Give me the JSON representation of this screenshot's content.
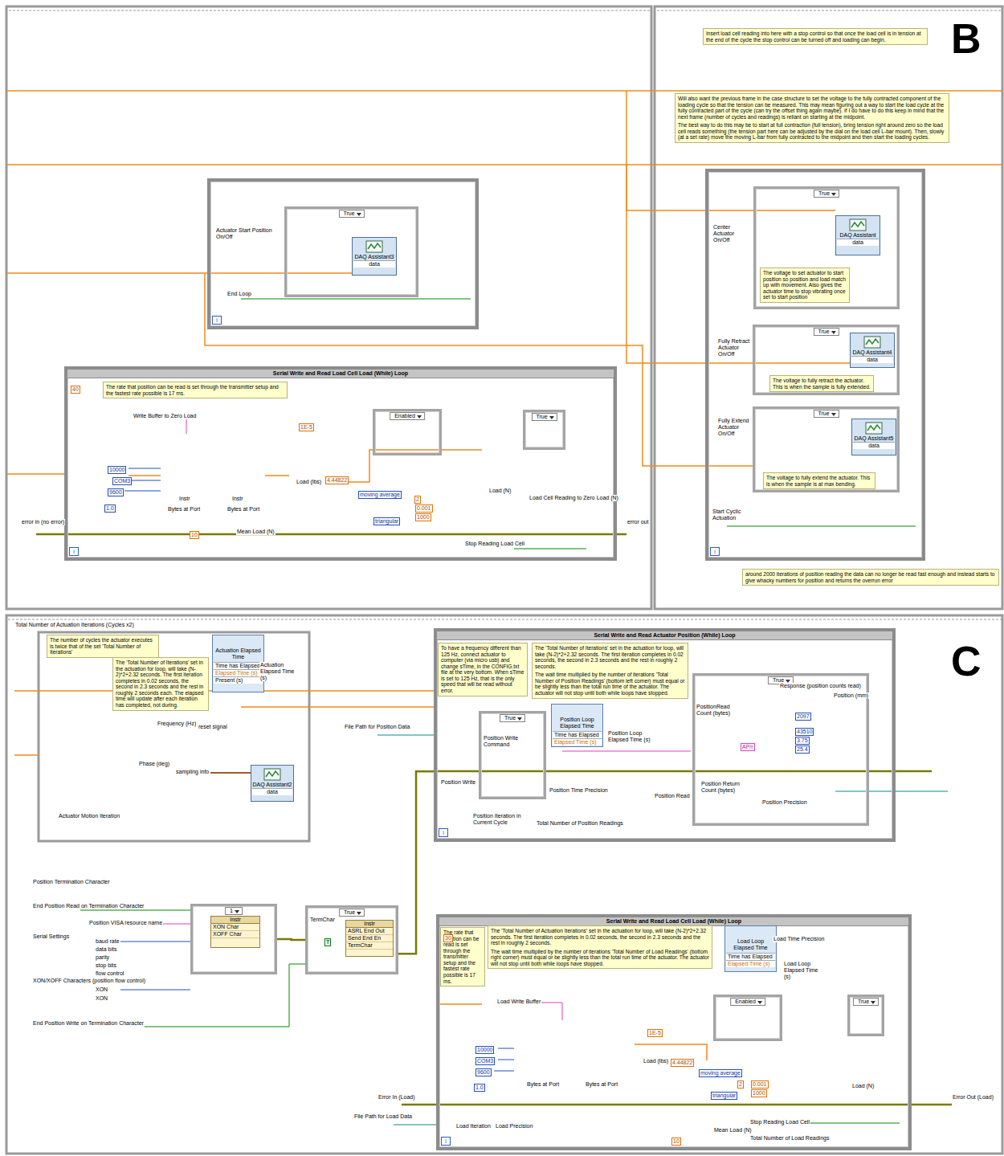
{
  "diagram": {
    "nodes": [
      {
        "text": [
          "i"
        ]
      },
      {
        "text": [
          "True"
        ],
        "in": 0
      },
      {
        "text": [
          "DAQ Assistant3",
          "data"
        ],
        "in": 1
      },
      {
        "text": [
          "Serial Write and Read Load Cell Load (While) Loop",
          "i"
        ]
      },
      {
        "text": [
          "The rate that position can be read is set through the transmitter setup and the fastest rate possible is 17 ms."
        ],
        "in": 3
      },
      {
        "text": [
          "Enabled"
        ],
        "in": 3
      },
      {
        "text": [
          "True"
        ],
        "in": 3
      },
      {
        "text": [
          "Insert load cell reading into here with a stop control so that once the load cell is in tension at the end of the cycle the stop control can be turned off and loading can begin."
        ]
      },
      {
        "text": [
          "Will also want the previous frame in the case structure to set the voltage to the fully contracted component of the loading cycle so that the tension can be measured. This may mean figuring out a way to start the load cycle at the fully contracted part of the cycle (can try the offset thing again maybe). If I do have to do this keep in mind that the next frame (number of cycles and readings) is reliant on starting at the midpoint.",
          "The best way to do this may be to start at full contraction (full tension), bring tension right around zero so the load cell reads something (the tension part here can be adjusted by the dial on the load cell L-bar mount). Then, slowly (at a set rate) move the moving L-bar from fully contracted to the midpoint and then start the loading cycles."
        ]
      },
      {
        "text": [
          "i"
        ]
      },
      {
        "text": [
          "True"
        ],
        "in": 9
      },
      {
        "text": [
          "DAQ Assistant",
          "data"
        ],
        "in": 10
      },
      {
        "text": [
          "The voltage to set actuator to start position so position and load match up with movement. Also gives the actuator time to stop vibrating once set to start position"
        ],
        "in": 10
      },
      {
        "text": [
          "True"
        ],
        "in": 9
      },
      {
        "text": [
          "DAQ Assistant4",
          "data"
        ],
        "in": 13
      },
      {
        "text": [
          "The voltage to fully retract the actuator. This is when the sample is fully extended."
        ],
        "in": 13
      },
      {
        "text": [
          "True"
        ],
        "in": 9
      },
      {
        "text": [
          "DAQ Assistant5",
          "data"
        ],
        "in": 16
      },
      {
        "text": [
          "The voltage to fully extend the actuator. This is when the sample is at max bending."
        ],
        "in": 16
      },
      {
        "text": [
          "around 2000 iterations of position reading the data can no longer be read fast enough and instead starts to give whacky numbers for position and returns the overrun error"
        ]
      },
      {
        "text": [
          "The number of cycles the actuator executes is twice that of the set 'Total Number of Iterations'"
        ]
      },
      {
        "text": [
          "The 'Total Number of Iterations' set in the actuation for loop, will take (N-2)*2+2.32 seconds. The first iteration completes in 0.02 seconds, the second in 2.3 seconds and the rest in roughly 2 seconds each. The elapsed time will update after each iteration has completed, not during."
        ]
      },
      {
        "text": [
          "Actuation Elapsed Time",
          "Time has Elapsed",
          "Elapsed Time (s)",
          "Present (s)"
        ]
      },
      {
        "text": [
          "DAQ Assistant2",
          "data"
        ]
      },
      {
        "text": [
          "Serial Write and Read Actuator Position (While) Loop",
          "i"
        ]
      },
      {
        "text": [
          "To have a frequency different than 125 Hz, connect actuator to computer (via micro usb) and change sTime, in the CONFIG.txt file at the very bottom. When sTime is set to 125 Hz, that is the only speed that will be read without error."
        ],
        "in": 24
      },
      {
        "text": [
          "The 'Total Number of Iterations' set in the actuation for loop, will take (N-2)*2+2.32 seconds. The first iteration completes in 0.02 seconds, the second in 2.3 seconds and the rest in roughly 2 seconds.",
          "The wait time multiplied by the number of iterations 'Total Number of Position Readings' (bottom left corner) must equal or be slightly less than the total run time of the actuator. The actuator will not stop until both while loops have stopped."
        ],
        "in": 24
      },
      {
        "text": [
          "Position Loop Elapsed Time",
          "Time has Elapsed",
          "Elapsed Time (s)"
        ],
        "in": 24
      },
      {
        "text": [
          "True"
        ],
        "in": 24
      },
      {
        "text": [
          "True"
        ],
        "in": 24
      },
      {
        "text": [
          "1"
        ]
      },
      {
        "text": [
          "Instr",
          "XON Char",
          "XOFF Char"
        ],
        "in": 30
      },
      {
        "text": [
          "True"
        ]
      },
      {
        "text": [
          "Instr",
          "ASRL End Out",
          "Send End En",
          "TermChar"
        ],
        "in": 32
      },
      {
        "text": [
          "Serial Write and Read Load Cell Load (While) Loop",
          "i"
        ]
      },
      {
        "text": [
          "The rate that position can be read is set through the transmitter setup and the fastest rate possible is 17 ms."
        ],
        "in": 34
      },
      {
        "text": [
          "The 'Total Number of Actuation Iterations' set in the actuation for loop, will take (N-2)*2+2.32 seconds. The first iteration completes in 0.02 seconds, the second in 2.3 seconds and the rest in roughly 2 seconds.",
          "The wait time multiplied by the number of iterations 'Total Number of Load Readings' (bottom right corner) must equal or be slightly less than the total run time of the actuator. The actuator will not stop until both while loops have stopped."
        ],
        "in": 34
      },
      {
        "text": [
          "Load Loop Elapsed Time",
          "Time has Elapsed",
          "Elapsed Time (s)"
        ],
        "in": 34
      },
      {
        "text": [
          "Enabled"
        ],
        "in": 34
      },
      {
        "text": [
          "True"
        ],
        "in": 34
      }
    ],
    "edges": [
      {
        "from": 30,
        "to": 32,
        "arrow": "none"
      },
      {
        "from": 32,
        "to": 24,
        "arrow": "none"
      }
    ],
    "labels": [
      "B",
      "Actuator Start Position On/Off",
      "End Loop",
      "40",
      "Write Buffer to Zero Load",
      "10000",
      "COM3",
      "9600",
      "1.0",
      "Instr",
      "Bytes at Port",
      "Instr",
      "Bytes at Port",
      "1E-5",
      "Load (lbs)",
      "4.44822",
      "moving average",
      "triangular",
      "2",
      "0.001",
      "1000",
      "Load (N)",
      "Load Cell Reading to Zero Load (N)",
      "10",
      "Mean Load (N)",
      "error in (no error)",
      "error out",
      "Stop Reading Load Cell",
      "Center Actuator On/Off",
      "Fully Retract Actuator On/Off",
      "Fully Extend Actuator On/Off",
      "Start Cyclic Actuation",
      "C",
      "Total Number of Actuation Iterations (Cycles x2)",
      "Actuation Elapsed Time (s)",
      "Frequency (Hz)",
      "reset signal",
      "Phase (deg)",
      "sampling info",
      "Actuator Motion Iteration",
      "File Path for Position Data",
      "Position Write Command",
      "Position Write",
      "Position Time Precision",
      "Position Loop Elapsed Time (s)",
      "Position Read",
      "Position Iteration in Current Cycle",
      "Total Number of Position Readings",
      "PositionRead Count (bytes)",
      "Position Return Count (bytes)",
      "Position Precision",
      "Response (position counts read)",
      "Position (mm)",
      "AP/r",
      "2097",
      "43510",
      "3.75",
      "25.4",
      "Position Termination Character",
      "End Position Read on Termination Character",
      "Position VISA resource name",
      "Serial Settings",
      "baud rate",
      "data bits",
      "parity",
      "stop bits",
      "flow control",
      "XON/XOFF Characters (position flow control)",
      "XON",
      "XON",
      "End Position Write on Termination Character",
      "TermChar",
      "T",
      "30",
      "Load Time Precision",
      "Load Loop Elapsed Time (s)",
      "Load Write Buffer",
      "10000",
      "COM3",
      "9600",
      "1.0",
      "Bytes at Port",
      "Bytes at Port",
      "1E-5",
      "Load (lbs)",
      "4.44822",
      "moving average",
      "triangular",
      "2",
      "0.001",
      "1000",
      "Load (N)",
      "Error In (Load)",
      "File Path for Load Data",
      "Error Out (Load)",
      "Load Iteration",
      "Load Precision",
      "10",
      "Mean Load (N)",
      "Stop Reading Load Cell",
      "Total Number of Load Readings"
    ]
  }
}
